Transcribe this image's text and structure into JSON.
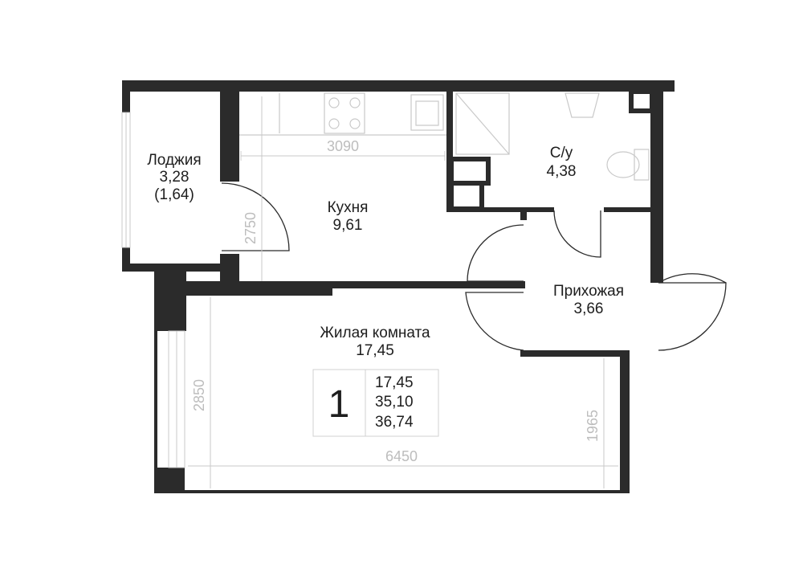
{
  "rooms": {
    "loggia": {
      "name": "Лоджия",
      "area": "3,28",
      "reduced": "(1,64)"
    },
    "kitchen": {
      "name": "Кухня",
      "area": "9,61"
    },
    "bathroom": {
      "name": "С/у",
      "area": "4,38"
    },
    "hallway": {
      "name": "Прихожая",
      "area": "3,66"
    },
    "living": {
      "name": "Жилая комната",
      "area": "17,45"
    }
  },
  "dimensions": {
    "kitchen_width": "3090",
    "kitchen_depth": "2750",
    "living_depth": "2850",
    "total_width": "6450",
    "right_depth": "1965"
  },
  "info_box": {
    "rooms_count": "1",
    "living_area": "17,45",
    "total_area": "35,10",
    "area_with_loggia": "36,74"
  },
  "colors": {
    "wall": "#2b2b2b",
    "text": "#1e1e1e",
    "dimension": "#bdbdbd"
  }
}
